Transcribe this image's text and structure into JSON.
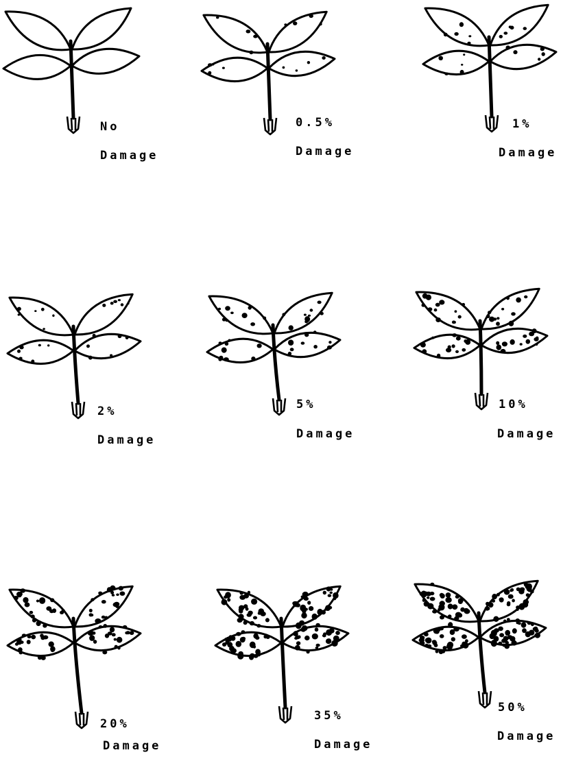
{
  "plants": [
    {
      "label1": "No",
      "label2": "Damage",
      "damage": 0
    },
    {
      "label1": "0.5%",
      "label2": "Damage",
      "damage": 0.5
    },
    {
      "label1": "1%",
      "label2": "Damage",
      "damage": 1
    },
    {
      "label1": "2%",
      "label2": "Damage",
      "damage": 2
    },
    {
      "label1": "5%",
      "label2": "Damage",
      "damage": 5
    },
    {
      "label1": "10%",
      "label2": "Damage",
      "damage": 10
    },
    {
      "label1": "20%",
      "label2": "Damage",
      "damage": 20
    },
    {
      "label1": "35%",
      "label2": "Damage",
      "damage": 35
    },
    {
      "label1": "50%",
      "label2": "Damage",
      "damage": 50
    }
  ],
  "colors": {
    "ink": "#000000",
    "background": "#ffffff"
  }
}
